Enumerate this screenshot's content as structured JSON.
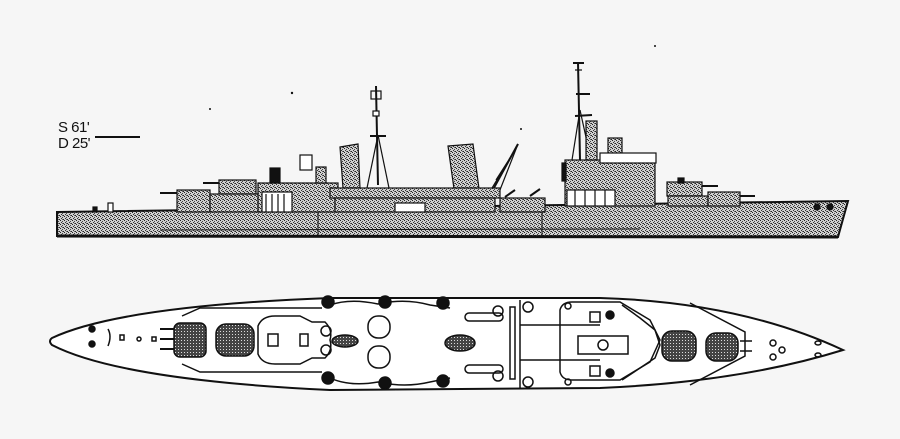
{
  "drawing": {
    "title": "",
    "subject": "light cruiser profile and plan view",
    "views": [
      "profile",
      "plan"
    ],
    "colors": {
      "background": "#f6f6f6",
      "ink": "#111111",
      "hull_fill": "#9a9a9a",
      "deck_fill": "#ffffff"
    }
  },
  "scale": {
    "s_label": "S 61'",
    "d_label": "D 25'"
  }
}
